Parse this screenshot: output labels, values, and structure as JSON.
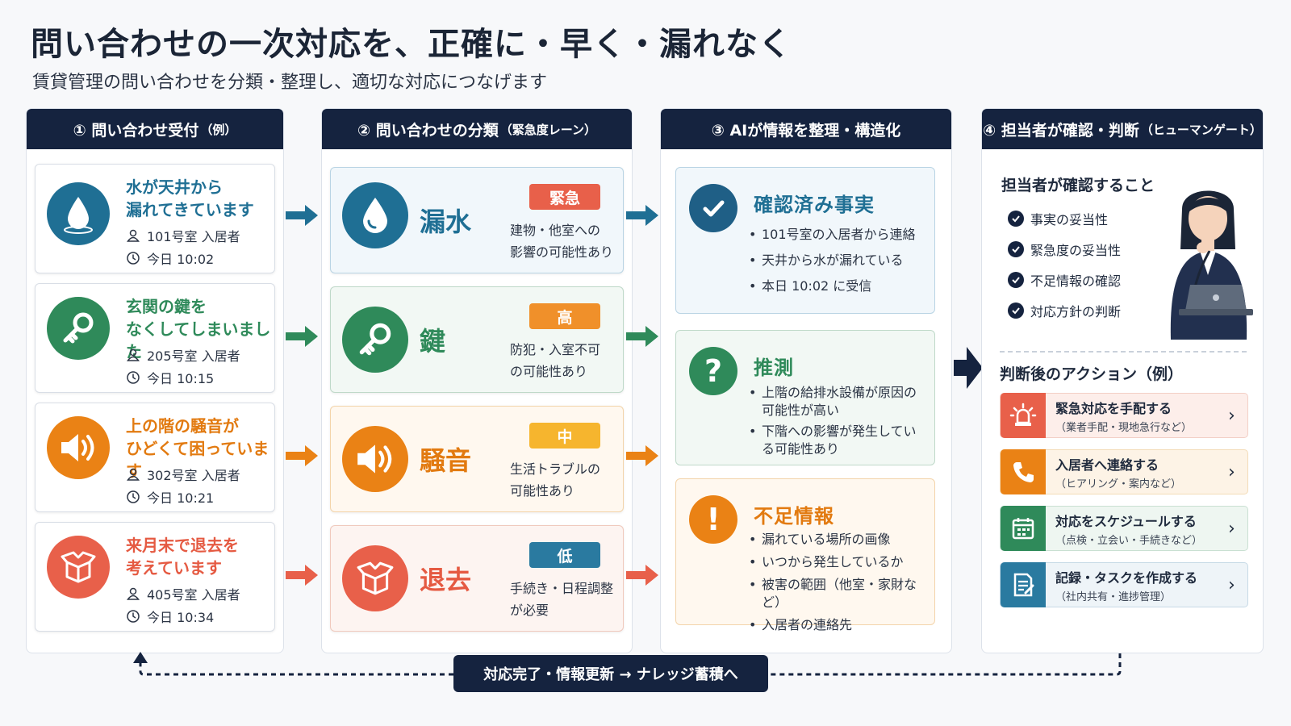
{
  "title": "問い合わせの一次対応を、正確に・早く・漏れなく",
  "subtitle": "賃貸管理の問い合わせを分類・整理し、適切な対応につなげます",
  "columns": {
    "c1": {
      "head": "① 問い合わせ受付",
      "head_small": "（例）"
    },
    "c2": {
      "head": "② 問い合わせの分類",
      "head_small": "（緊急度レーン）"
    },
    "c3": {
      "head": "③ AIが情報を整理・構造化"
    },
    "c4": {
      "head": "④ 担当者が確認・判断",
      "head_small": "（ヒューマンゲート）"
    }
  },
  "inquiries": [
    {
      "title1": "水が天井から",
      "title2": "漏れてきています",
      "room": "101号室 入居者",
      "time": "今日 10:02",
      "icon": "water-drop-icon",
      "color": "#1f6f94"
    },
    {
      "title1": "玄関の鍵を",
      "title2": "なくしてしまいました",
      "room": "205号室 入居者",
      "time": "今日 10:15",
      "icon": "key-icon",
      "color": "#2f8a5a"
    },
    {
      "title1": "上の階の騒音が",
      "title2": "ひどくて困っています",
      "room": "302号室 入居者",
      "time": "今日 10:21",
      "icon": "speaker-icon",
      "color": "#ea8215"
    },
    {
      "title1": "来月末で退去を",
      "title2": "考えています",
      "room": "405号室 入居者",
      "time": "今日 10:34",
      "icon": "box-icon",
      "color": "#e8604a"
    }
  ],
  "lanes": [
    {
      "label": "漏水",
      "badge": "緊急",
      "badge_color": "#e8604a",
      "desc1": "建物・他室への",
      "desc2": "影響の可能性あり"
    },
    {
      "label": "鍵",
      "badge": "高",
      "badge_color": "#f0902a",
      "desc1": "防犯・入室不可",
      "desc2": "の可能性あり"
    },
    {
      "label": "騒音",
      "badge": "中",
      "badge_color": "#f6b52e",
      "desc1": "生活トラブルの",
      "desc2": "可能性あり"
    },
    {
      "label": "退去",
      "badge": "低",
      "badge_color": "#2a7aa0",
      "desc1": "手続き・日程調整",
      "desc2": "が必要"
    }
  ],
  "ai": {
    "facts": {
      "title": "確認済み事実",
      "items": [
        "101号室の入居者から連絡",
        "天井から水が漏れている",
        "本日 10:02 に受信"
      ]
    },
    "guess": {
      "title": "推測",
      "items": [
        "上階の給排水設備が原因の可能性が高い",
        "下階への影響が発生している可能性あり"
      ]
    },
    "missing": {
      "title": "不足情報",
      "items": [
        "漏れている場所の画像",
        "いつから発生しているか",
        "被害の範囲（他室・家財など）",
        "入居者の連絡先"
      ]
    }
  },
  "review": {
    "check_head": "担当者が確認すること",
    "checks": [
      "事実の妥当性",
      "緊急度の妥当性",
      "不足情報の確認",
      "対応方針の判断"
    ],
    "action_head": "判断後のアクション（例）",
    "actions": [
      {
        "label": "緊急対応を手配する",
        "sub": "（業者手配・現地急行など）",
        "icon": "alarm-bell-icon",
        "color": "#e8604a",
        "bg": "#fdeeea"
      },
      {
        "label": "入居者へ連絡する",
        "sub": "（ヒアリング・案内など）",
        "icon": "phone-icon",
        "color": "#ea8215",
        "bg": "#fdf3e6"
      },
      {
        "label": "対応をスケジュールする",
        "sub": "（点検・立会い・手続きなど）",
        "icon": "calendar-icon",
        "color": "#2f8a5a",
        "bg": "#eef6f1"
      },
      {
        "label": "記録・タスクを作成する",
        "sub": "（社内共有・進捗管理）",
        "icon": "document-icon",
        "color": "#2a7aa0",
        "bg": "#eef4f8"
      }
    ]
  },
  "footer": "対応完了・情報更新 → ナレッジ蓄積へ"
}
